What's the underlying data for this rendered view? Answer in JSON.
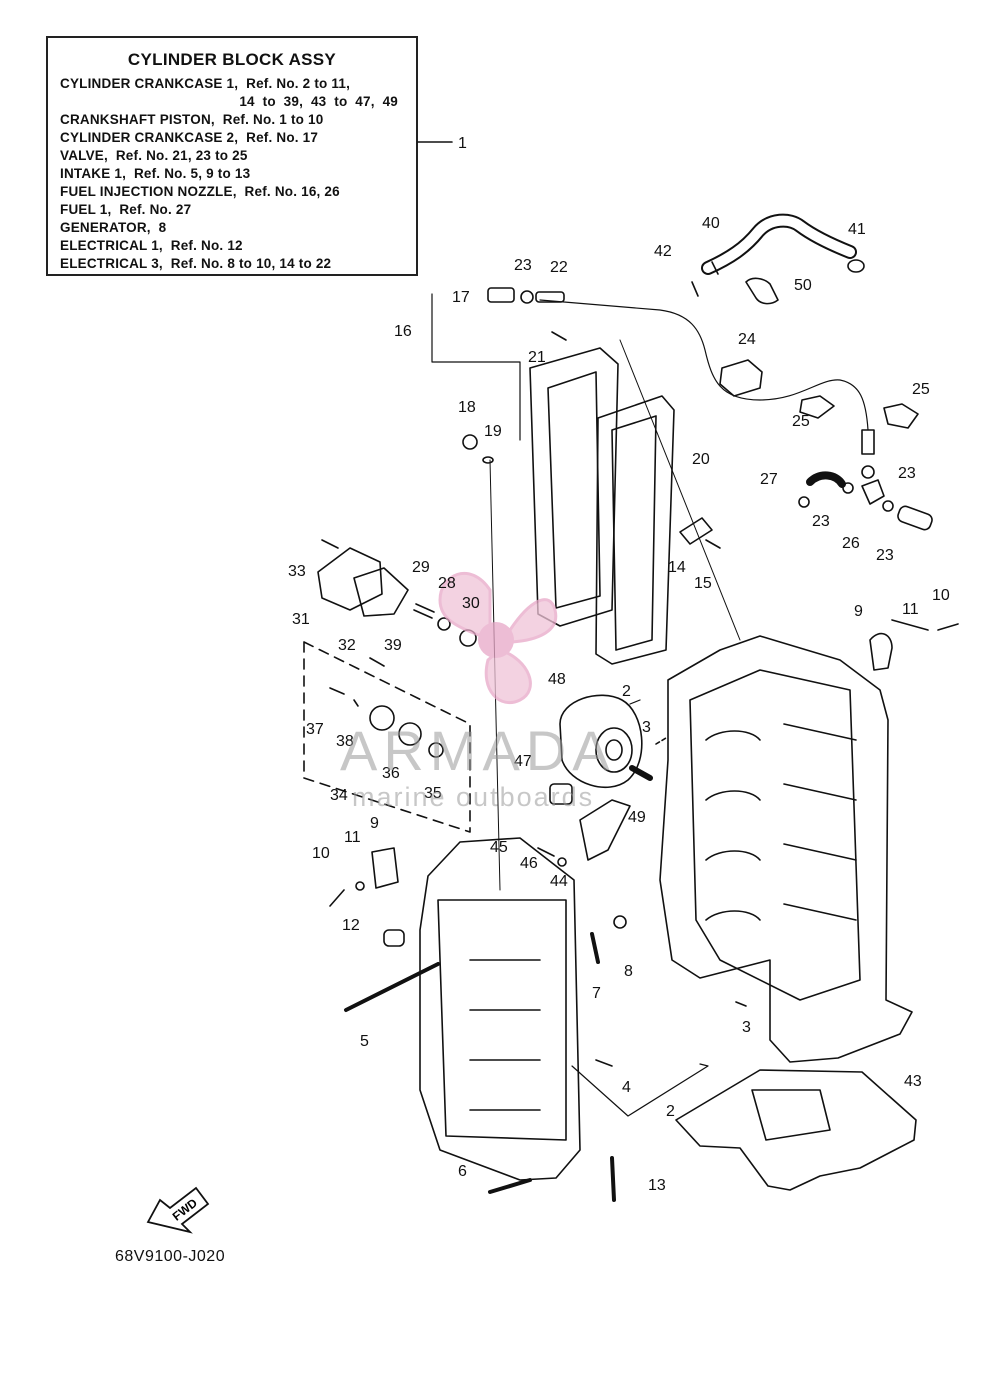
{
  "info_box": {
    "title": "CYLINDER BLOCK ASSY",
    "lines": [
      "CYLINDER CRANKCASE 1,  Ref. No. 2 to 11,",
      "14  to  39,  43  to  47,  49",
      "CRANKSHAFT PISTON,  Ref. No. 1 to 10",
      "CYLINDER CRANKCASE 2,  Ref. No. 17",
      "VALVE,  Ref. No. 21, 23 to 25",
      "INTAKE 1,  Ref. No. 5, 9 to 13",
      "FUEL INJECTION NOZZLE,  Ref. No. 16, 26",
      "FUEL 1,  Ref. No. 27",
      "GENERATOR,  8",
      "ELECTRICAL 1,  Ref. No. 12",
      "ELECTRICAL 3,  Ref. No. 8 to 10, 14 to 22"
    ]
  },
  "callouts": [
    "1",
    "2",
    "2",
    "3",
    "3",
    "4",
    "5",
    "6",
    "7",
    "8",
    "9",
    "9",
    "10",
    "10",
    "11",
    "11",
    "12",
    "13",
    "14",
    "15",
    "16",
    "17",
    "18",
    "19",
    "20",
    "21",
    "22",
    "23",
    "23",
    "23",
    "23",
    "24",
    "25",
    "25",
    "26",
    "27",
    "28",
    "29",
    "30",
    "31",
    "32",
    "33",
    "34",
    "35",
    "36",
    "37",
    "38",
    "39",
    "40",
    "41",
    "42",
    "43",
    "44",
    "45",
    "46",
    "47",
    "48",
    "49",
    "50"
  ],
  "fwd_label": "FWD",
  "document_code": "68V9100-J020",
  "watermark": {
    "brand": "ARMADA",
    "tagline": "marine outboards"
  },
  "colors": {
    "ink": "#111111",
    "watermark": "#9a9a9a",
    "propeller": "#e8a8c8"
  }
}
